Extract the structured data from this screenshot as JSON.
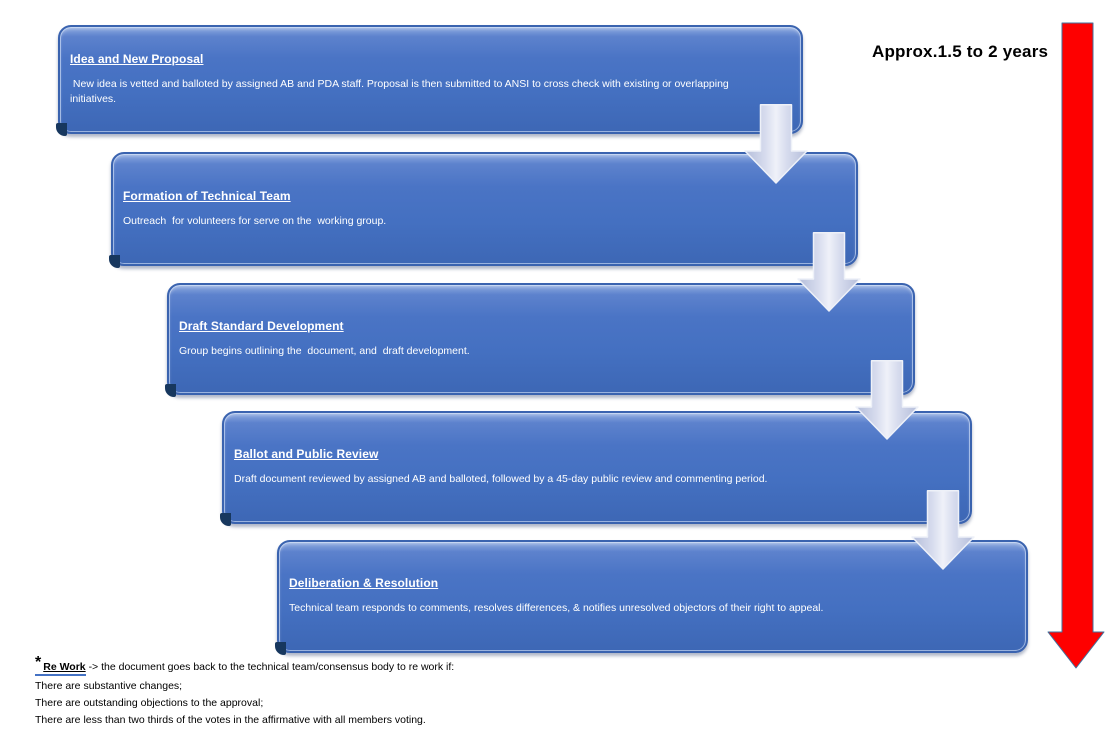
{
  "timeline": {
    "label": "Approx.1.5 to 2 years",
    "arrow_color": "#ff0000"
  },
  "steps": [
    {
      "title": "Idea and New Proposal",
      "description": " New idea is vetted and balloted by assigned AB and PDA staff. Proposal is then submitted to ANSI to cross check with existing or overlapping initiatives."
    },
    {
      "title": "Formation of Technical Team",
      "description": "Outreach  for volunteers for serve on the  working group."
    },
    {
      "title": "Draft Standard Development",
      "description": "Group begins outlining the  document, and  draft development."
    },
    {
      "title": "Ballot and Public Review",
      "description": "Draft document reviewed by assigned AB and balloted, followed by a 45-day public review and commenting period."
    },
    {
      "title": "Deliberation & Resolution",
      "description": "Technical team responds to comments, resolves differences, & notifies unresolved objectors of their right to appeal."
    }
  ],
  "footnote": {
    "marker": "*",
    "term": "Re Work",
    "intro": "-> the document goes back to the technical team/consensus body to re work if:",
    "conditions": [
      "There are substantive changes;",
      "There are outstanding objections to the approval;",
      "There are less than two thirds of the votes in the affirmative with all members voting."
    ]
  },
  "colors": {
    "box_blue": "#4472c4",
    "box_border": "#3a63af",
    "connector_arrow_fill": "#d8ddee",
    "timeline_red": "#ff0000",
    "rework_underline": "#4472c4"
  }
}
